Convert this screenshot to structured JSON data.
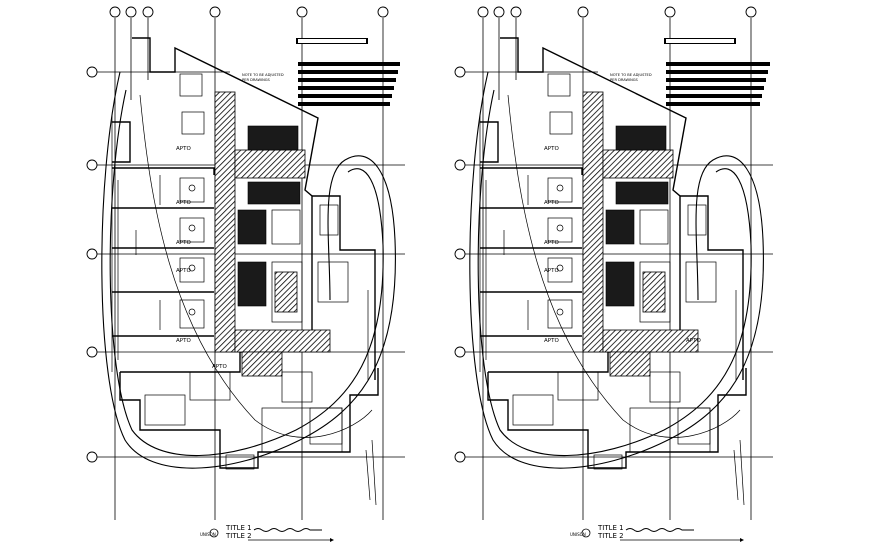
{
  "plans": [
    {
      "grid_top": [
        "",
        "",
        "",
        "",
        "",
        ""
      ],
      "grid_left": [
        "",
        "",
        "",
        "",
        ""
      ],
      "room_labels": [
        "APTO",
        "APTO",
        "APTO",
        "APTO",
        "APTO",
        "APTO"
      ],
      "notes": [
        "NOTE TO BE ADJUSTED",
        "PER DRAWINGS"
      ],
      "title_lines": [
        "TITLE 1",
        "TITLE 2"
      ],
      "scale_prefix": "UNISON"
    },
    {
      "grid_top": [
        "",
        "",
        "",
        "",
        "",
        ""
      ],
      "grid_left": [
        "",
        "",
        "",
        "",
        ""
      ],
      "room_labels": [
        "APTO",
        "APTO",
        "APTO",
        "APTO",
        "APTO",
        "APTO"
      ],
      "notes": [
        "NOTE TO BE ADJUSTED",
        "PER DRAWINGS"
      ],
      "title_lines": [
        "TITLE 1",
        "TITLE 2"
      ],
      "scale_prefix": "UNISON"
    }
  ]
}
